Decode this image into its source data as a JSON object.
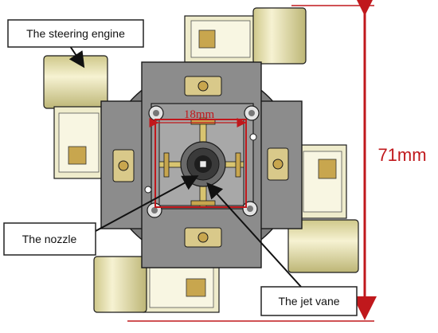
{
  "labels": {
    "steering_engine": "The steering engine",
    "nozzle": "The nozzle",
    "jet_vane": "The jet vane"
  },
  "dimensions": {
    "inner_width": "18mm",
    "total_height": "71mm"
  },
  "colors": {
    "dimension_red": "#c0181c",
    "body_gray": "#8c8c8c",
    "servo_yellow": "#e9e4b2",
    "brass": "#c8a64e",
    "outline": "#1a1a1a"
  }
}
